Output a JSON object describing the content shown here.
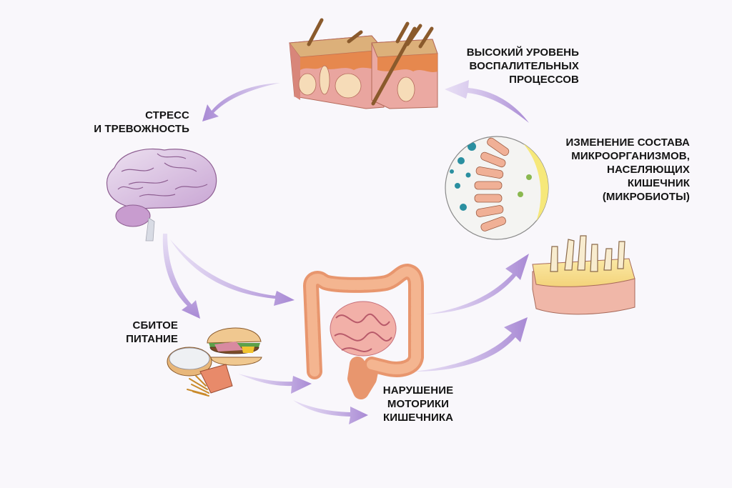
{
  "diagram": {
    "type": "cycle",
    "background_color": "#f9f7fb",
    "arrow_color": "#b49ad8",
    "text_color": "#141414",
    "nodes": [
      {
        "id": "inflammation",
        "icon": "skin-cross-section-icon",
        "label_lines": [
          "ВЫСОКИЙ УРОВЕНЬ",
          "ВОСПАЛИТЕЛЬНЫХ",
          "ПРОЦЕССОВ"
        ]
      },
      {
        "id": "stress",
        "icon": "brain-icon",
        "label_lines": [
          "СТРЕСС",
          "И ТРЕВОЖНОСТЬ"
        ]
      },
      {
        "id": "diet",
        "icon": "fast-food-icon",
        "label_lines": [
          "СБИТОЕ",
          "ПИТАНИЕ"
        ]
      },
      {
        "id": "motility",
        "icon": "intestines-icon",
        "label_lines": [
          "НАРУШЕНИЕ",
          "МОТОРИКИ",
          "КИШЕЧНИКА"
        ]
      },
      {
        "id": "microbiota",
        "icon": "gut-microbiota-icon",
        "secondary_icon": "intestinal-villi-icon",
        "label_lines": [
          "ИЗМЕНЕНИЕ СОСТАВА",
          "МИКРООРГАНИЗМОВ,",
          "НАСЕЛЯЮЩИХ",
          "КИШЕЧНИК",
          "(МИКРОБИОТЫ)"
        ]
      }
    ],
    "edges": [
      {
        "from": "inflammation",
        "to": "stress"
      },
      {
        "from": "stress",
        "to": "diet"
      },
      {
        "from": "stress",
        "to": "motility"
      },
      {
        "from": "diet",
        "to": "motility"
      },
      {
        "from": "diet",
        "to": "motility-label"
      },
      {
        "from": "motility",
        "to": "microbiota"
      },
      {
        "from": "motility",
        "to": "microbiota"
      },
      {
        "from": "microbiota",
        "to": "inflammation"
      }
    ]
  }
}
